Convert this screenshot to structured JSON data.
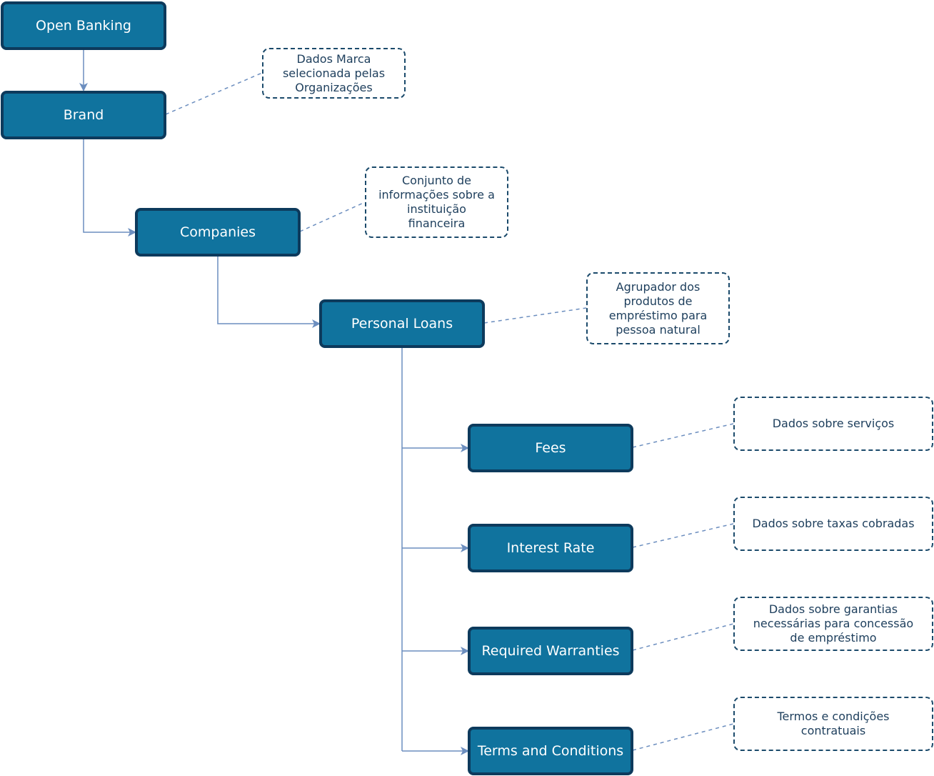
{
  "nodes": {
    "open_banking": "Open Banking",
    "brand": "Brand",
    "companies": "Companies",
    "personal_loans": "Personal Loans",
    "fees": "Fees",
    "interest_rate": "Interest Rate",
    "required_warranties": "Required Warranties",
    "terms_and_conditions": "Terms and Conditions"
  },
  "notes": {
    "brand": [
      "Dados Marca",
      "selecionada pelas",
      "Organizações"
    ],
    "companies": [
      "Conjunto de",
      "informações sobre a",
      "instituição",
      "financeira"
    ],
    "personal_loans": [
      "Agrupador dos",
      "produtos de",
      "empréstimo para",
      "pessoa natural"
    ],
    "fees": [
      "Dados sobre serviços"
    ],
    "interest_rate": [
      "Dados sobre taxas cobradas"
    ],
    "required_warranties": [
      "Dados sobre garantias",
      "necessárias para concessão",
      "de empréstimo"
    ],
    "terms_and_conditions": [
      "Termos e condições",
      "contratuais"
    ]
  },
  "colors": {
    "node_fill": "#10739e",
    "node_border": "#0d3a5c",
    "connector": "#6c8ebf",
    "note_border": "#1b4a6b"
  }
}
